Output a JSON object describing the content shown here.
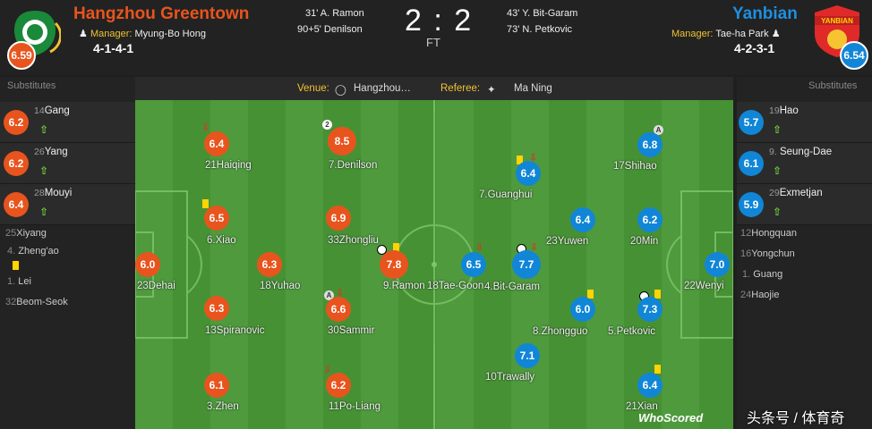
{
  "home": {
    "name": "Hangzhou Greentown",
    "manager_label": "Manager:",
    "manager": "Myung-Bo Hong",
    "formation": "4-1-4-1",
    "rating": "6.59",
    "color": "#e8541d"
  },
  "away": {
    "name": "Yanbian",
    "manager_label": "Manager:",
    "manager": "Tae-ha Park",
    "formation": "4-2-3-1",
    "rating": "6.54",
    "color": "#1186d6",
    "crest_text": "YANBIAN"
  },
  "score": {
    "home": "2",
    "sep": ":",
    "away": "2",
    "status": "FT"
  },
  "home_goals": [
    "31' A. Ramon",
    "90+5' Denilson"
  ],
  "away_goals": [
    "43' Y. Bit-Garam",
    "73' N. Petkovic"
  ],
  "info": {
    "venue_label": "Venue:",
    "venue": "Hangzhou…",
    "referee_label": "Referee:",
    "referee": "Ma Ning"
  },
  "home_subs": {
    "title": "Substitutes",
    "used": [
      {
        "num": "14",
        "name": "Gang",
        "rating": "6.2"
      },
      {
        "num": "26",
        "name": "Yang",
        "rating": "6.2"
      },
      {
        "num": "28",
        "name": "Mouyi",
        "rating": "6.4"
      }
    ],
    "unused": [
      {
        "num": "25",
        "name": "Xiyang"
      },
      {
        "num": "4.",
        "name": "Zheng'ao"
      },
      {
        "num": "1.",
        "name": "Lei"
      },
      {
        "num": "32",
        "name": "Beom-Seok"
      }
    ]
  },
  "away_subs": {
    "title": "Substitutes",
    "used": [
      {
        "num": "19",
        "name": "Hao",
        "rating": "5.7"
      },
      {
        "num": "9.",
        "name": "Seung-Dae",
        "rating": "6.1"
      },
      {
        "num": "29",
        "name": "Exmetjan",
        "rating": "5.9"
      }
    ],
    "unused": [
      {
        "num": "12",
        "name": "Hongquan"
      },
      {
        "num": "16",
        "name": "Yongchun"
      },
      {
        "num": "1.",
        "name": "Guang"
      },
      {
        "num": "24",
        "name": "Haojie"
      }
    ]
  },
  "home_players": [
    {
      "num": "23",
      "name": "Dehai",
      "rating": "6.0"
    },
    {
      "num": "21",
      "name": "Haiqing",
      "rating": "6.4"
    },
    {
      "num": "6.",
      "name": "Xiao",
      "rating": "6.5"
    },
    {
      "num": "13",
      "name": "Spiranovic",
      "rating": "6.3"
    },
    {
      "num": "3.",
      "name": "Zhen",
      "rating": "6.1"
    },
    {
      "num": "18",
      "name": "Yuhao",
      "rating": "6.3"
    },
    {
      "num": "7.",
      "name": "Denilson",
      "rating": "8.5"
    },
    {
      "num": "33",
      "name": "Zhongliu",
      "rating": "6.9"
    },
    {
      "num": "30",
      "name": "Sammir",
      "rating": "6.6"
    },
    {
      "num": "11",
      "name": "Po-Liang",
      "rating": "6.2"
    },
    {
      "num": "9.",
      "name": "Ramon",
      "rating": "7.8"
    }
  ],
  "away_players": [
    {
      "num": "22",
      "name": "Wenyi",
      "rating": "7.0"
    },
    {
      "num": "17",
      "name": "Shihao",
      "rating": "6.8"
    },
    {
      "num": "20",
      "name": "Min",
      "rating": "6.2"
    },
    {
      "num": "5.",
      "name": "Petkovic",
      "rating": "7.3"
    },
    {
      "num": "21",
      "name": "Xian",
      "rating": "6.4"
    },
    {
      "num": "8.",
      "name": "Zhongguo",
      "rating": "6.0"
    },
    {
      "num": "23",
      "name": "Yuwen",
      "rating": "6.4"
    },
    {
      "num": "7.",
      "name": "Guanghui",
      "rating": "6.4"
    },
    {
      "num": "10",
      "name": "Trawally",
      "rating": "7.1"
    },
    {
      "num": "4.",
      "name": "Bit-Garam",
      "rating": "7.7"
    },
    {
      "num": "18",
      "name": "Tae-Goon",
      "rating": "6.5"
    }
  ],
  "watermark": "头条号 / 体育奇",
  "logo": "WhoScored"
}
